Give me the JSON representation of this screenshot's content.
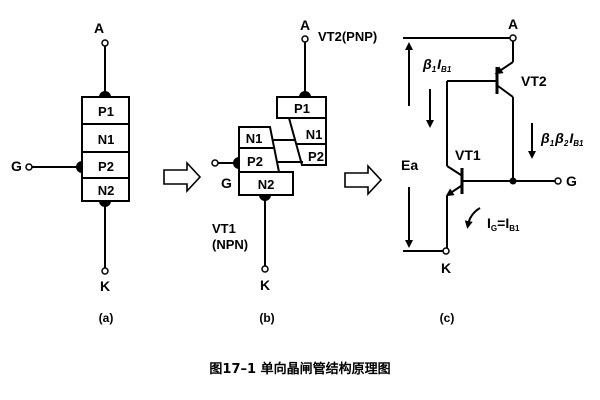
{
  "panel_a": {
    "terminal_anode": "A",
    "terminal_gate": "G",
    "terminal_cathode": "K",
    "layers": [
      "P1",
      "N1",
      "P2",
      "N2"
    ],
    "caption": "(a)"
  },
  "panel_b": {
    "terminal_anode": "A",
    "terminal_gate": "G",
    "terminal_cathode": "K",
    "upper_layers": [
      "P1",
      "N1",
      "P2"
    ],
    "lower_layers": [
      "N1",
      "P2",
      "N2"
    ],
    "vt2_label": "VT2(PNP)",
    "vt1_label_line1": "VT1",
    "vt1_label_line2": "(NPN)",
    "caption": "(b)"
  },
  "panel_c": {
    "terminal_anode": "A",
    "terminal_gate": "G",
    "terminal_cathode": "K",
    "vt2_label": "VT2",
    "vt1_label": "VT1",
    "source_label": "Ea",
    "current1": {
      "beta": "β",
      "sub1": "1",
      "I": "I",
      "subB": "B1"
    },
    "current2": {
      "beta1": "β",
      "sub1": "1",
      "beta2": "β",
      "sub2": "2",
      "I": "I",
      "subB": "B1"
    },
    "gate_current": {
      "I": "I",
      "subG": "G",
      "eq": "=",
      "I2": "I",
      "subB": "B1"
    },
    "caption": "(c)"
  },
  "figure_caption": "图17–1   单向晶闸管结构原理图"
}
